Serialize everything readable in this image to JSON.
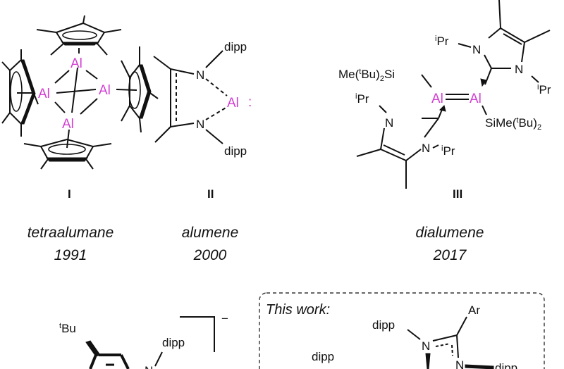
{
  "colors": {
    "aluminum": "#d23fd2",
    "bond": "#111111"
  },
  "compounds": [
    {
      "numeral": "I",
      "name": "tetraalumane",
      "year": "1991",
      "atoms": {
        "al": "Al"
      }
    },
    {
      "numeral": "II",
      "name": "alumene",
      "year": "2000",
      "atoms": {
        "al": "Al",
        "lone_pair": ":",
        "n": "N",
        "dipp": "dipp"
      }
    },
    {
      "numeral": "III",
      "name": "dialumene",
      "year": "2017",
      "atoms": {
        "al": "Al",
        "n": "N",
        "ipr_sup": "i",
        "ipr": "Pr",
        "si_left_a": "Me(",
        "si_left_sup": "t",
        "si_left_b": "Bu)",
        "si_left_sub": "2",
        "si_left_c": "Si",
        "si_right_a": "SiMe(",
        "si_right_sup": "t",
        "si_right_b": "Bu)",
        "si_right_sub": "2"
      }
    }
  ],
  "bottom": {
    "tbu_sup": "t",
    "tbu": "Bu",
    "dipp": "dipp",
    "charge": "−",
    "n": "N",
    "this_work": "This work:",
    "ar": "Ar"
  }
}
